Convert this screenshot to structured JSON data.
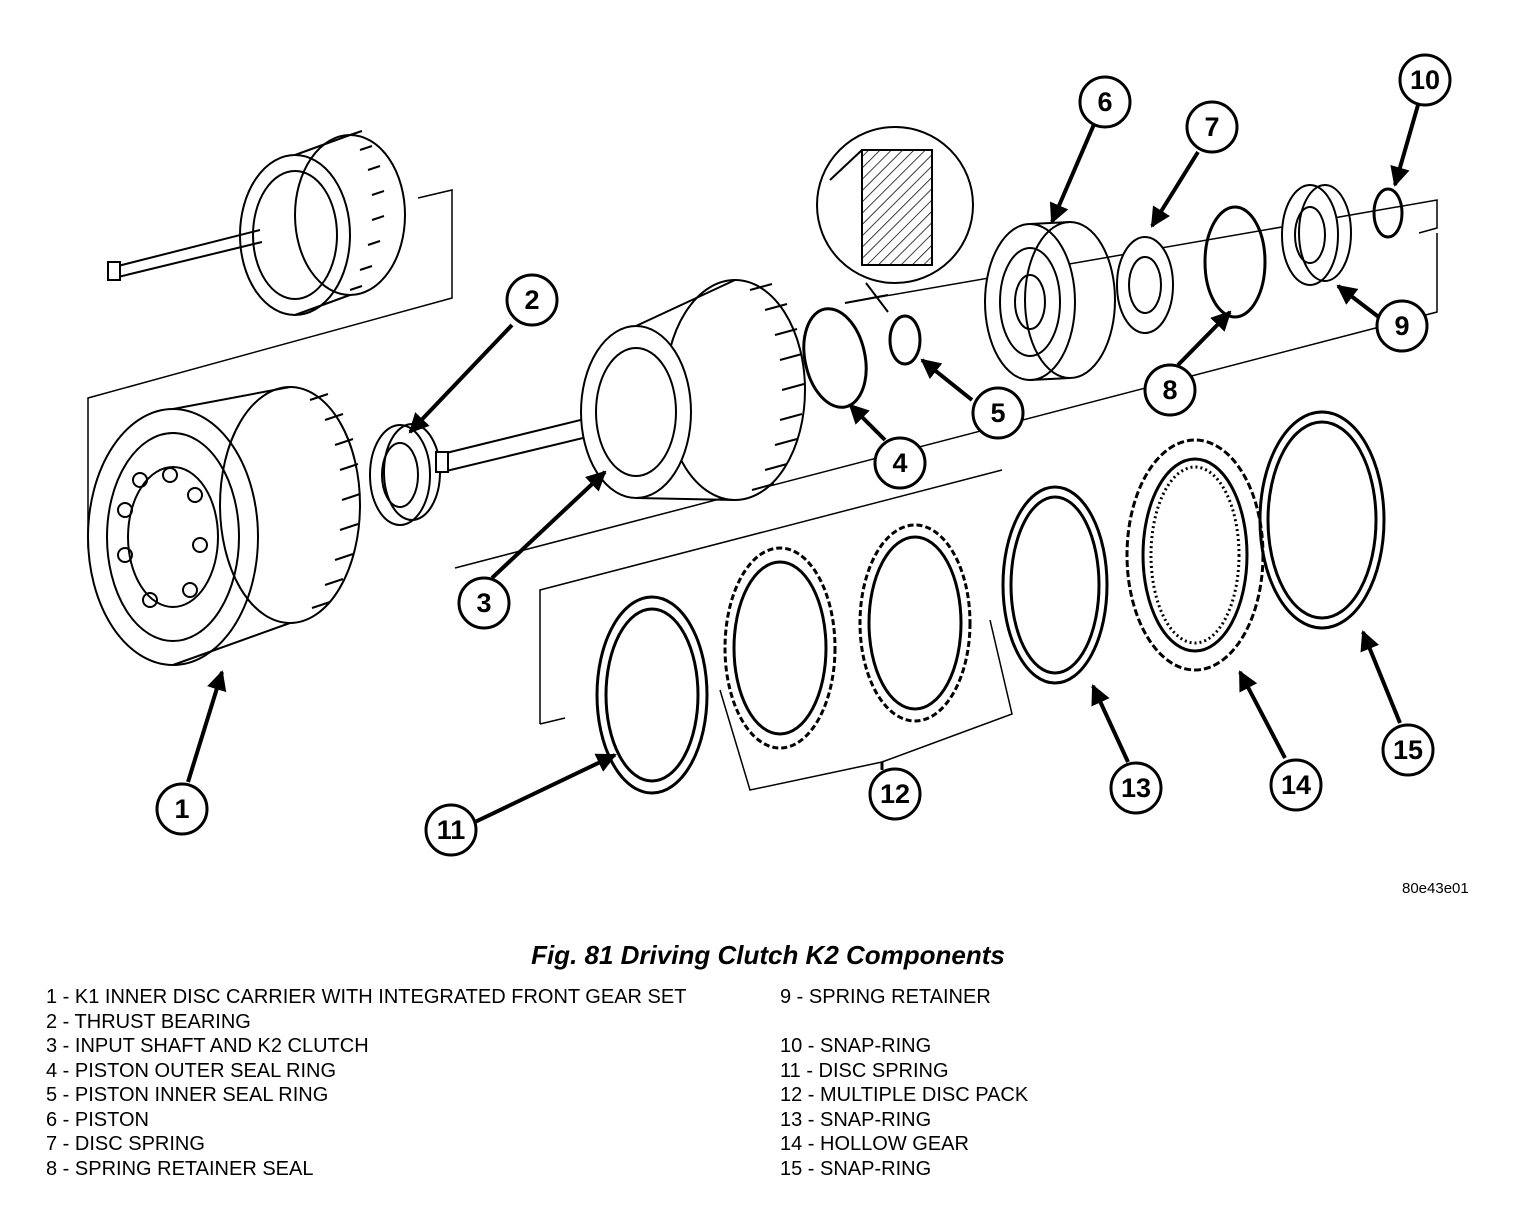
{
  "figure": {
    "title": "Fig. 81 Driving Clutch K2 Components",
    "code": "80e43e01"
  },
  "callouts": [
    "1",
    "2",
    "3",
    "4",
    "5",
    "6",
    "7",
    "8",
    "9",
    "10",
    "11",
    "12",
    "13",
    "14",
    "15"
  ],
  "legend": {
    "left": [
      "1 - K1 INNER DISC CARRIER WITH INTEGRATED FRONT GEAR SET",
      "2 - THRUST BEARING",
      "3 - INPUT SHAFT AND K2 CLUTCH",
      "4 - PISTON OUTER SEAL RING",
      "5 - PISTON INNER SEAL RING",
      "6 - PISTON",
      "7 - DISC SPRING",
      "8 - SPRING RETAINER SEAL"
    ],
    "right": [
      "9 - SPRING RETAINER",
      "",
      "10 - SNAP-RING",
      "11 - DISC SPRING",
      "12 - MULTIPLE DISC PACK",
      "13 - SNAP-RING",
      "14 - HOLLOW GEAR",
      "15 - SNAP-RING"
    ]
  }
}
